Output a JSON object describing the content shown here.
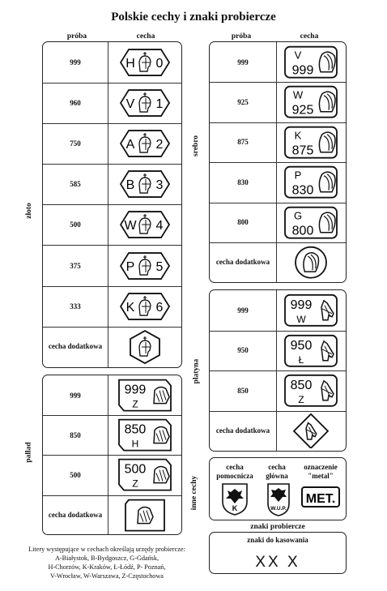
{
  "title": "Polskie cechy i znaki probiercze",
  "headers": {
    "proba": "próba",
    "cecha": "cecha"
  },
  "zloto": {
    "label": "złoto",
    "rows": [
      {
        "proba": "999",
        "letter": "H",
        "digit": "0"
      },
      {
        "proba": "960",
        "letter": "V",
        "digit": "1"
      },
      {
        "proba": "750",
        "letter": "A",
        "digit": "2"
      },
      {
        "proba": "585",
        "letter": "B",
        "digit": "3"
      },
      {
        "proba": "500",
        "letter": "W",
        "digit": "4"
      },
      {
        "proba": "375",
        "letter": "P",
        "digit": "5"
      },
      {
        "proba": "333",
        "letter": "K",
        "digit": "6"
      }
    ],
    "extra": "cecha dodatkowa"
  },
  "srebro": {
    "label": "srebro",
    "rows": [
      {
        "proba": "999",
        "letter": "V",
        "num": "999"
      },
      {
        "proba": "925",
        "letter": "W",
        "num": "925"
      },
      {
        "proba": "875",
        "letter": "K",
        "num": "875"
      },
      {
        "proba": "830",
        "letter": "P",
        "num": "830"
      },
      {
        "proba": "800",
        "letter": "G",
        "num": "800"
      }
    ],
    "extra": "cecha dodatkowa"
  },
  "platyna": {
    "label": "platyna",
    "rows": [
      {
        "proba": "999",
        "letter": "W",
        "num": "999"
      },
      {
        "proba": "950",
        "letter": "Ł",
        "num": "950"
      },
      {
        "proba": "850",
        "letter": "Z",
        "num": "850"
      }
    ],
    "extra": "cecha dodatkowa"
  },
  "pallad": {
    "label": "pallad",
    "rows": [
      {
        "proba": "999",
        "letter": "Z",
        "num": "999"
      },
      {
        "proba": "850",
        "letter": "H",
        "num": "850"
      },
      {
        "proba": "500",
        "letter": "Z",
        "num": "500"
      }
    ],
    "extra": "cecha dodatkowa"
  },
  "inne": {
    "label": "inne cechy",
    "pomocnicza": "cecha pomocnicza",
    "glowna": "cecha główna",
    "metal": "oznaczenie \"metal\"",
    "pom_letter": "K",
    "glowna_text": "W.U.P.",
    "met_text": "MET."
  },
  "znaki": {
    "header": "znaki probiercze",
    "label": "znaki do kasowania",
    "marks": "XX X"
  },
  "legend": [
    "Litery występujące w cechach określają urzędy probiercze:",
    "A-Białystok, B-Bydgoszcz, G-Gdańsk,",
    "H-Chorzów, K-Kraków, Ł-Łódź, P- Poznań,",
    "V-Wrocław, W-Warszawa, Z-Częstochowa"
  ]
}
